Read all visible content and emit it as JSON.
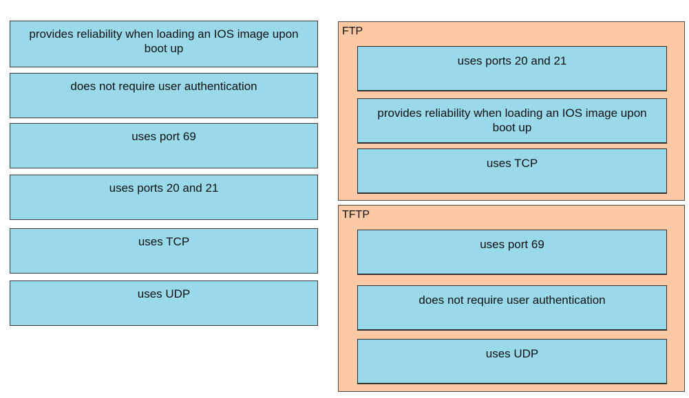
{
  "options": [
    {
      "text": "provides reliability when loading an IOS image upon boot up"
    },
    {
      "text": "does not require user authentication"
    },
    {
      "text": "uses port 69"
    },
    {
      "text": "uses ports 20 and 21"
    },
    {
      "text": "uses TCP"
    },
    {
      "text": "uses UDP"
    }
  ],
  "targets": [
    {
      "label": "FTP",
      "items": [
        {
          "text": "uses ports 20 and 21"
        },
        {
          "text": "provides reliability when loading an IOS image upon boot up"
        },
        {
          "text": "uses TCP"
        }
      ]
    },
    {
      "label": "TFTP",
      "items": [
        {
          "text": "uses port 69"
        },
        {
          "text": "does not require user authentication"
        },
        {
          "text": "uses UDP"
        }
      ]
    }
  ],
  "colors": {
    "item_fill": "#99d9ea",
    "target_fill": "#fdc9a5",
    "border": "#3c3c3c"
  }
}
